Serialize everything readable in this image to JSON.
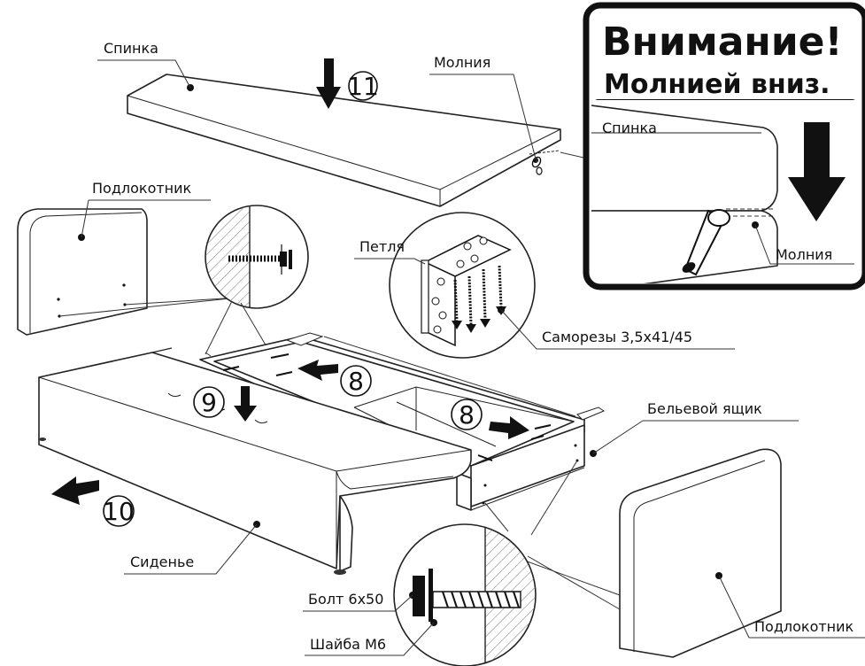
{
  "warning": {
    "title": "Внимание!",
    "subtitle": "Молнией вниз.",
    "inset_label_back": "Спинка",
    "inset_label_zipper": "Молния"
  },
  "labels": {
    "back": "Спинка",
    "zipper": "Молния",
    "armrest_left": "Подлокотник",
    "hinge": "Петля",
    "screws": "Саморезы 3,5х41/45",
    "linen_box": "Бельевой ящик",
    "seat": "Сиденье",
    "bolt": "Болт 6х50",
    "washer": "Шайба М6",
    "armrest_right": "Подлокотник"
  },
  "steps": {
    "s8a": "8",
    "s8b": "8",
    "s9": "9",
    "s10": "10",
    "s11": "11"
  },
  "icons": [
    "arrow-down-icon",
    "arrow-left-icon",
    "arrow-right-icon",
    "zipper-pull-icon",
    "hinge-icon",
    "screw-icon",
    "bolt-icon"
  ]
}
